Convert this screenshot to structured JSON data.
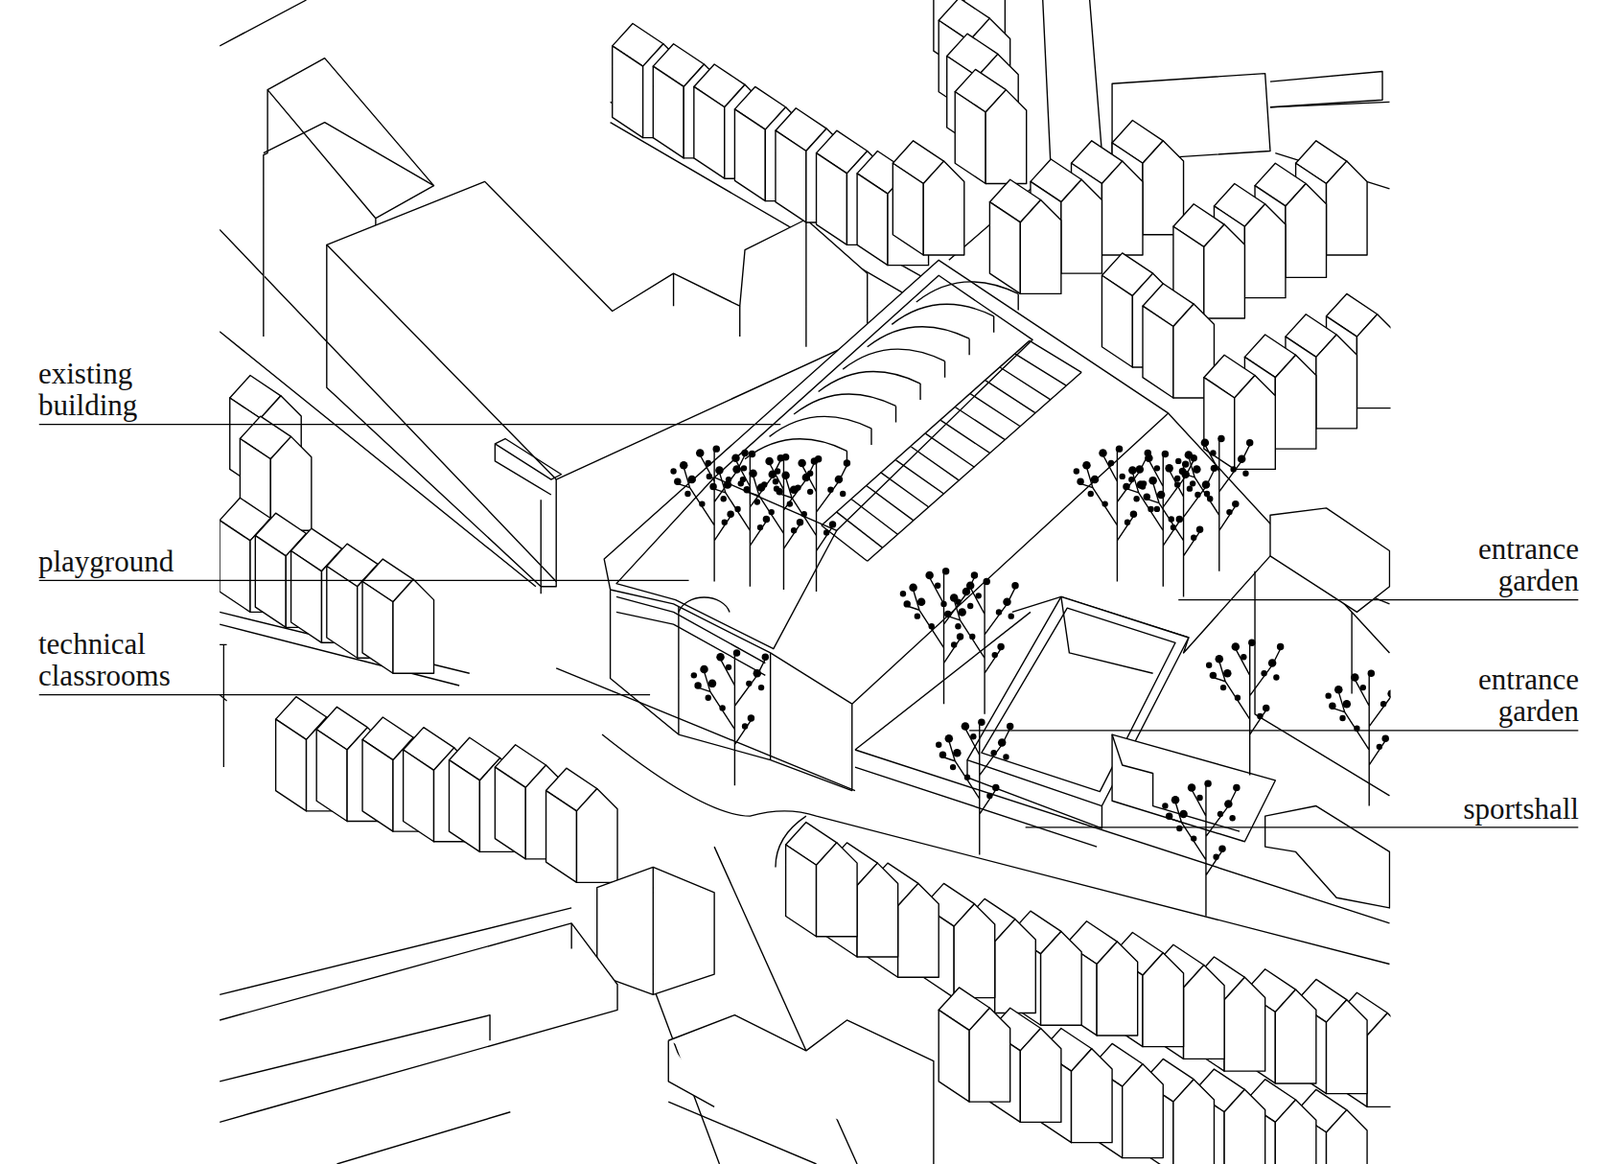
{
  "diagram": {
    "labels": [
      "existing building",
      "playground",
      "technical classrooms",
      "entrance garden",
      "entrance garden",
      "sportshall"
    ]
  }
}
